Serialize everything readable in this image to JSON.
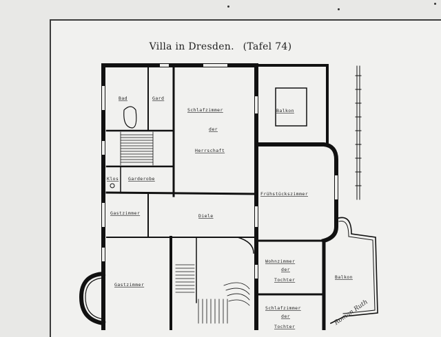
{
  "title": {
    "text": "Villa in Dresden.",
    "plate": "(Tafel 74)"
  },
  "rooms": {
    "bad": "Bad",
    "gard": "Gard",
    "schlafzimmer_1": "Schlafzimmer",
    "schlafzimmer_2": "der",
    "schlafzimmer_3": "Herrschaft",
    "balkon_top": "Balkon",
    "garderobe": "Garderobe",
    "klos": "Klos",
    "fruehstueck": "Frühstückszimmer",
    "gastzimmer_1": "Gastzimmer",
    "diele": "Diele",
    "wohnzimmer_1": "Wohnzimmer",
    "wohnzimmer_2": "der",
    "wohnzimmer_3": "Tochter",
    "balkon_right": "Balkon",
    "gastzimmer_2": "Gastzimmer",
    "schlafzimmer_t1": "Schlafzimmer",
    "schlafzimmer_t2": "der",
    "schlafzimmer_t3": "Tochter"
  },
  "signature": "Roman Ruth"
}
